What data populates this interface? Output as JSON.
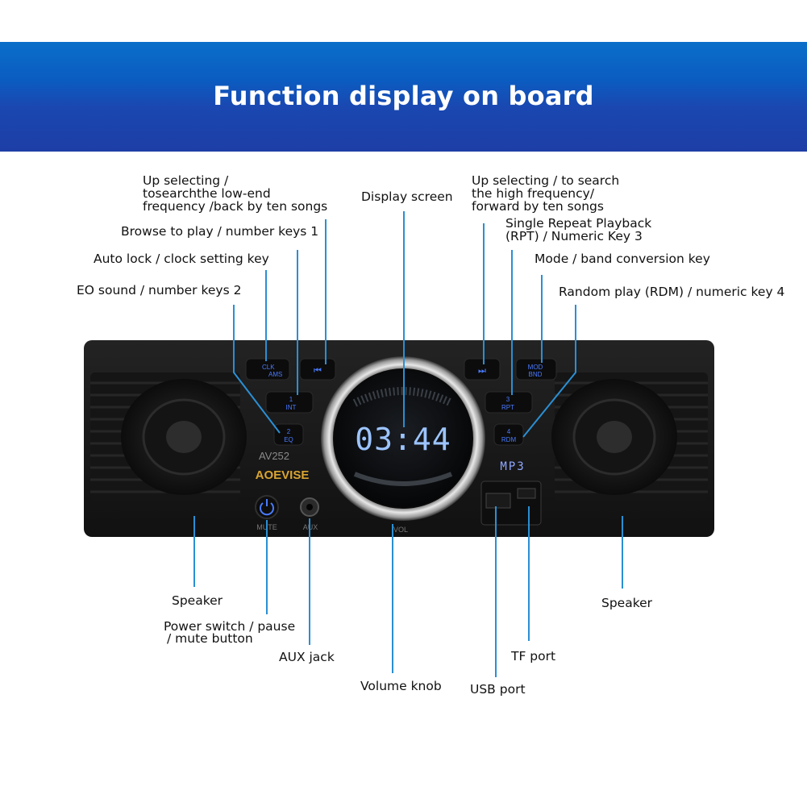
{
  "banner": {
    "title": "Function display on board"
  },
  "device": {
    "model": "AV252",
    "brand": "AOEVISE",
    "clock": "03:44",
    "mp3_label": "MP3",
    "vol_label": "VOL",
    "mute_label": "MUTE",
    "aux_label": "AUX",
    "buttons": {
      "clk": "CLK",
      "ams": "AMS",
      "prev": "⏮",
      "next": "⏭",
      "mod": "MOD",
      "bnd": "BND",
      "int_num": "1",
      "int_txt": "INT",
      "eq_num": "2",
      "eq_txt": "EQ",
      "rpt_num": "3",
      "rpt_txt": "RPT",
      "rdm_num": "4",
      "rdm_txt": "RDM"
    }
  },
  "labels": {
    "up_low_1": "Up selecting /",
    "up_low_2": "tosearchthe low-end",
    "up_low_3": "frequency /back by ten songs",
    "browse": "Browse to play / number keys 1",
    "autolock": "Auto lock / clock setting key",
    "eo": "EO sound / number keys 2",
    "display": "Display screen",
    "up_high_1": "Up selecting / to search",
    "up_high_2": "the high frequency/",
    "up_high_3": "forward by ten songs",
    "repeat_1": "Single Repeat Playback",
    "repeat_2": "(RPT) / Numeric Key 3",
    "mode": "Mode / band conversion key",
    "random": "Random play (RDM) / numeric key 4",
    "speaker_left": "Speaker",
    "speaker_right": "Speaker",
    "power_1": "Power switch / pause",
    "power_2": "/ mute button",
    "aux": "AUX jack",
    "volume": "Volume knob",
    "usb": "USB port",
    "tf": "TF port"
  },
  "colors": {
    "leader": "#2a8fd4",
    "button_text": "#4a7bff",
    "banner": "#1a47b0"
  }
}
